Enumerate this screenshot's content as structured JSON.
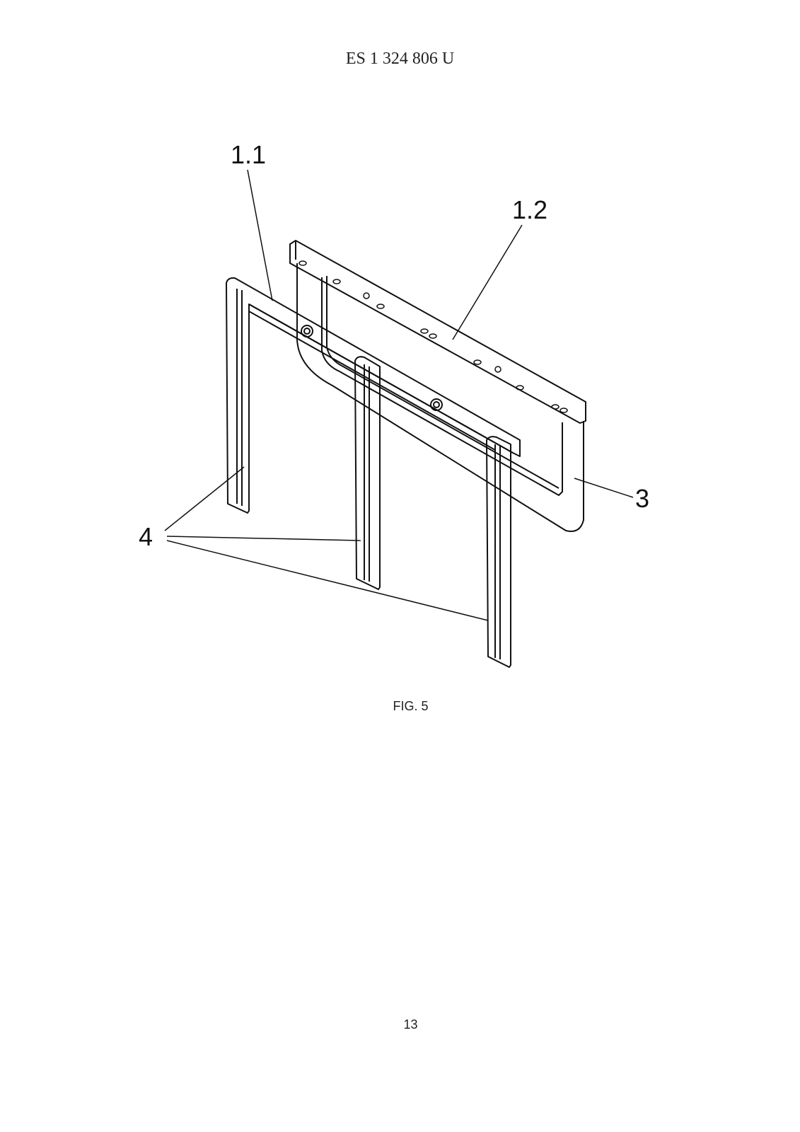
{
  "header": {
    "publication_number": "ES 1 324 806 U"
  },
  "figure": {
    "caption": "FIG. 5",
    "labels": {
      "front_frame": "1.1",
      "back_frame": "1.2",
      "panel": "3",
      "legs": "4"
    }
  },
  "footer": {
    "page_number": "13"
  }
}
